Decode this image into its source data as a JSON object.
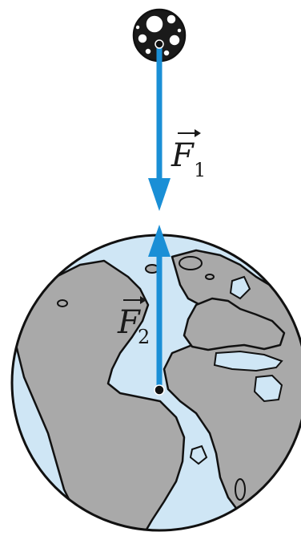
{
  "labels": {
    "force_moon": {
      "symbol": "F",
      "subscript": "1"
    },
    "force_earth": {
      "symbol": "F",
      "subscript": "2"
    }
  },
  "colors": {
    "arrow": "#1a8fd6",
    "ocean": "#cfe6f5",
    "land": "#a9a9a9",
    "outline": "#111111",
    "moon_dark": "#1a1a1a",
    "moon_light": "#ffffff"
  },
  "icons": {
    "moon": "moon-icon",
    "earth": "earth-icon"
  }
}
